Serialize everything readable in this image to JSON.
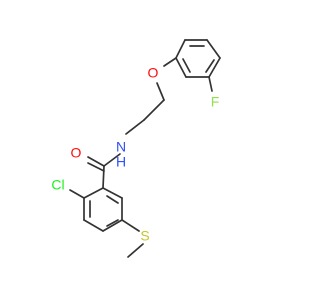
{
  "molecule": {
    "atoms": {
      "oxygen_carbonyl": "O",
      "nitrogen_amide": "N",
      "hydrogen_amide": "H",
      "oxygen_ether": "O",
      "fluorine": "F",
      "chlorine": "Cl",
      "sulfur": "S"
    },
    "colors": {
      "bond": "#333333",
      "oxygen": "#ff0d0d",
      "nitrogen": "#3050f8",
      "fluorine": "#90e050",
      "chlorine": "#1ff01f",
      "sulfur": "#c6c62c"
    }
  }
}
